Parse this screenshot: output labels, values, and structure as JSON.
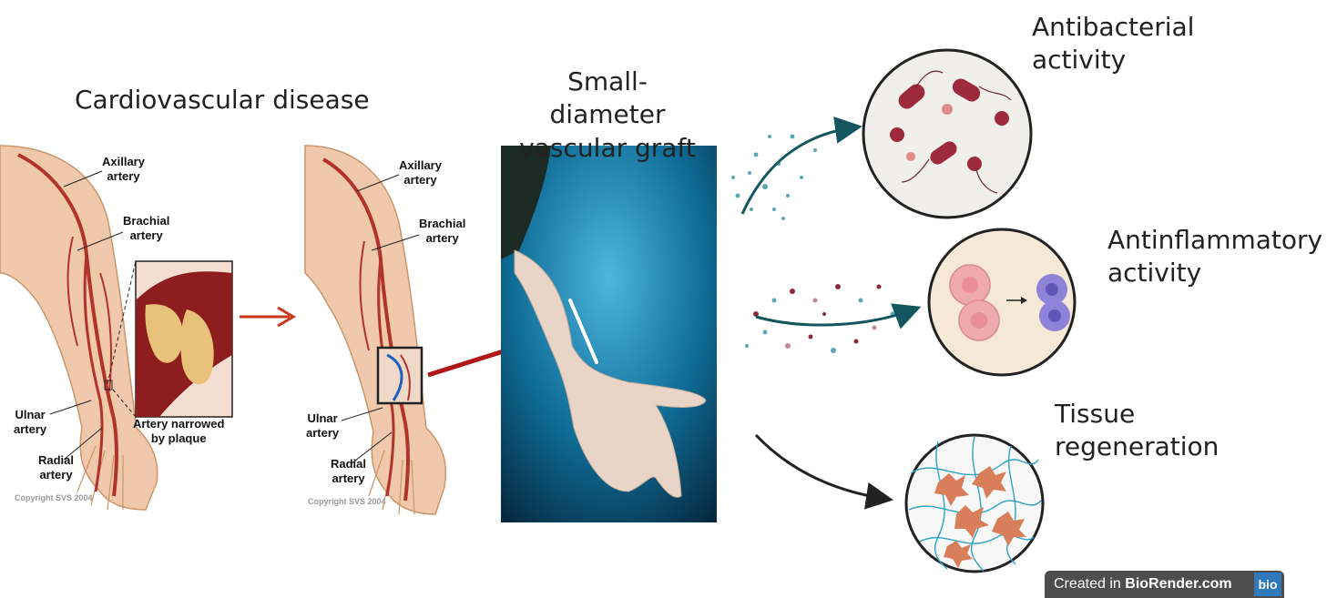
{
  "titles": {
    "disease": "Cardiovascular disease",
    "graft_line1": "Small-diameter",
    "graft_line2": "vascular graft",
    "antibacterial_line1": "Antibacterial",
    "antibacterial_line2": "activity",
    "antiinflammatory_line1": "Antinflammatory",
    "antiinflammatory_line2": "activity",
    "tissue_line1": "Tissue",
    "tissue_line2": "regeneration"
  },
  "arm_labels": {
    "axillary": [
      "Axillary",
      "artery"
    ],
    "brachial": [
      "Brachial",
      "artery"
    ],
    "ulnar": [
      "Ulnar",
      "artery"
    ],
    "radial": [
      "Radial",
      "artery"
    ],
    "narrowed": [
      "Artery narrowed",
      "by plaque"
    ]
  },
  "copyright": "Copyright SVS 2004",
  "badge": {
    "text_prefix": "Created in ",
    "text_brand": "BioRender.com",
    "logo": "bio"
  },
  "colors": {
    "arrow_red": "#c8361a",
    "arrow_dark": "#13565f",
    "artery": "#b2322c",
    "skin": "#f0c9ac",
    "photo_bg": "#0e6f97"
  }
}
